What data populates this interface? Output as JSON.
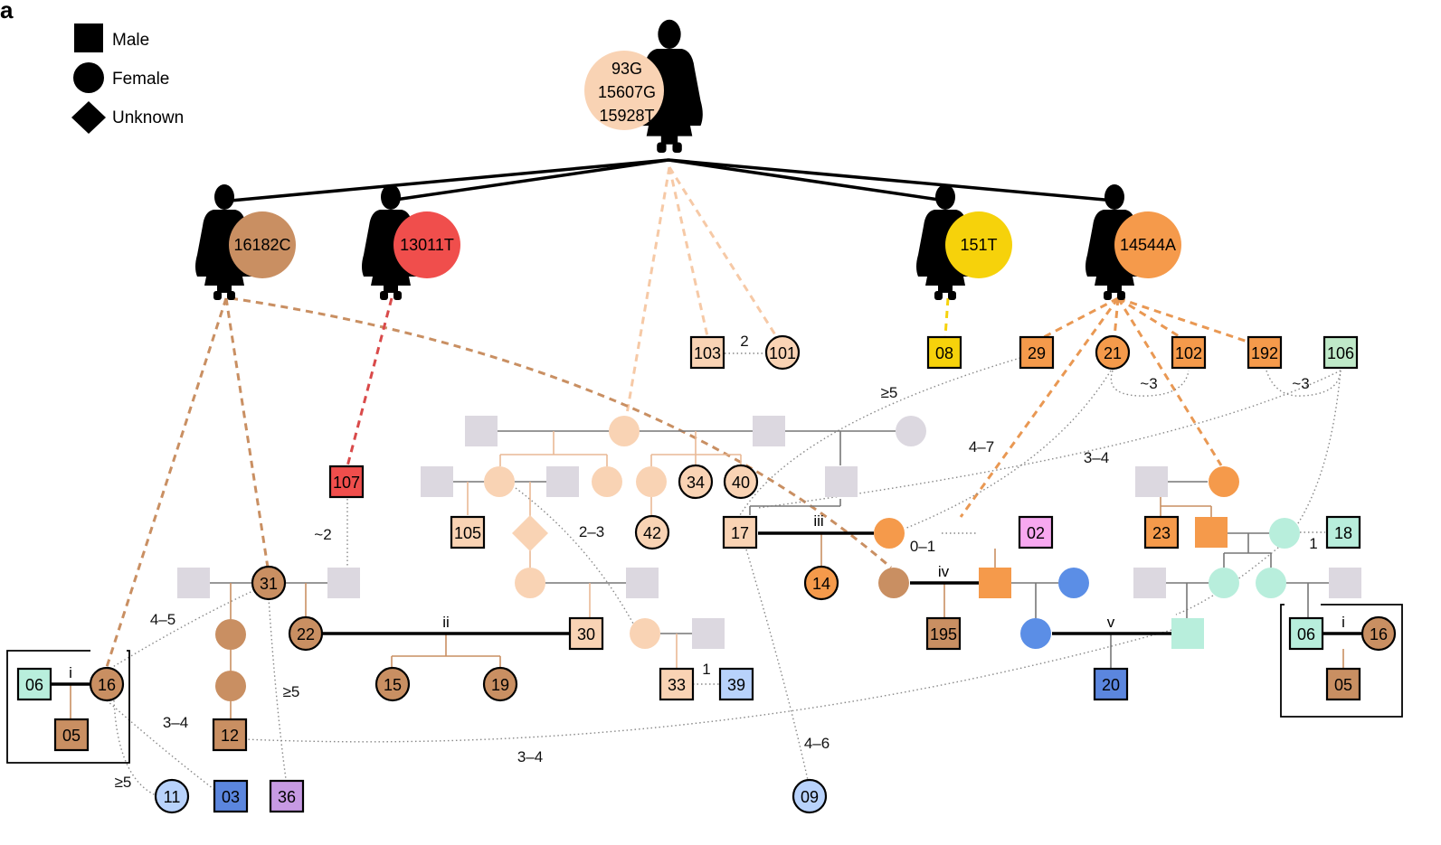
{
  "panel_label": "a",
  "legend": [
    {
      "shape": "square",
      "label": "Male"
    },
    {
      "shape": "circle",
      "label": "Female"
    },
    {
      "shape": "diamond",
      "label": "Unknown"
    }
  ],
  "root": {
    "icon": "woman-silhouette-icon",
    "variants": [
      "93G",
      "15607G",
      "15928T"
    ],
    "color": "#f9d3b4"
  },
  "lineages": [
    {
      "variant": "16182C",
      "color": "#c98f62"
    },
    {
      "variant": "13011T",
      "color": "#f04e4c"
    },
    {
      "variant": "151T",
      "color": "#f6d20b"
    },
    {
      "variant": "14544A",
      "color": "#f59a4b"
    }
  ],
  "roman_labels": [
    "i",
    "ii",
    "iii",
    "iv",
    "v",
    "i"
  ],
  "individuals": [
    "103",
    "101",
    "08",
    "29",
    "21",
    "102",
    "192",
    "106",
    "107",
    "34",
    "40",
    "105",
    "42",
    "17",
    "02",
    "23",
    "18",
    "31",
    "22",
    "30",
    "14",
    "195",
    "06",
    "16",
    "05",
    "15",
    "19",
    "33",
    "39",
    "20",
    "06",
    "16",
    "05",
    "12",
    "11",
    "03",
    "36",
    "09"
  ],
  "distance_labels": [
    "2",
    "≥5",
    "~3",
    "~3",
    "4–7",
    "3–4",
    "~2",
    "2–3",
    "0–1",
    "1",
    "4–5",
    "1",
    "≥5",
    "3–4",
    "3–4",
    "4–6",
    "≥5"
  ],
  "colors": {
    "unknown_node": "#dcd8e0",
    "light_peach": "#f9d3b4",
    "tan": "#c98f62",
    "orange": "#f59a4b",
    "red": "#f04e4c",
    "yellow": "#f6d20b",
    "mint": "#b8eedc",
    "light_green": "#bfe9c8",
    "pink": "#f7a8f0",
    "blue": "#5b8ee6",
    "light_blue": "#b8d2fb",
    "medium_blue": "#5b86de",
    "purple": "#c79ae3"
  }
}
